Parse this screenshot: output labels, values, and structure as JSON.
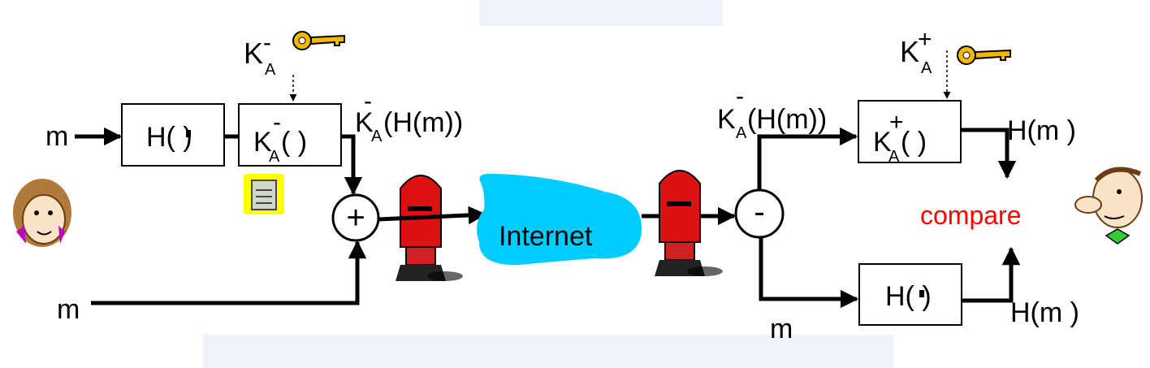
{
  "sender": {
    "input_m_top": "m",
    "input_m_bottom": "m",
    "hash_box": "H( )",
    "encrypt_box_base": "K",
    "encrypt_box_sup": "-",
    "encrypt_box_sub": "A",
    "encrypt_box_arg": "( )",
    "private_key_base": "K",
    "private_key_sup": "-",
    "private_key_sub": "A",
    "signed_out_base": "K",
    "signed_out_sup": "-",
    "signed_out_sub": "A",
    "signed_out_arg": "(H(m))",
    "combine_op": "+"
  },
  "channel": {
    "internet_label": "Internet"
  },
  "receiver": {
    "split_op": "-",
    "signed_in_base": "K",
    "signed_in_sup": "-",
    "signed_in_sub": "A",
    "signed_in_arg": "(H(m))",
    "public_key_base": "K",
    "public_key_sup": "+",
    "public_key_sub": "A",
    "decrypt_box_base": "K",
    "decrypt_box_sup": "+",
    "decrypt_box_sub": "A",
    "decrypt_box_arg": "( )",
    "hash_box": "H( )",
    "input_m": "m",
    "hash_out_top": "H(m )",
    "hash_out_bottom": "H(m )",
    "compare_label": "compare"
  },
  "colors": {
    "cloud": "#00ccff",
    "mailbox": "#dd1111",
    "compare": "#ff0000",
    "key": "#f5b800",
    "doc_icon_bg": "#ffff00",
    "background_band": "#eef3fa"
  },
  "icons": {
    "sender_key": "key-icon",
    "receiver_key": "key-icon",
    "document": "document-icon",
    "sender_mailbox": "mailbox-icon",
    "receiver_mailbox": "mailbox-icon",
    "sender_person": "alice-icon",
    "receiver_person": "bob-icon"
  }
}
